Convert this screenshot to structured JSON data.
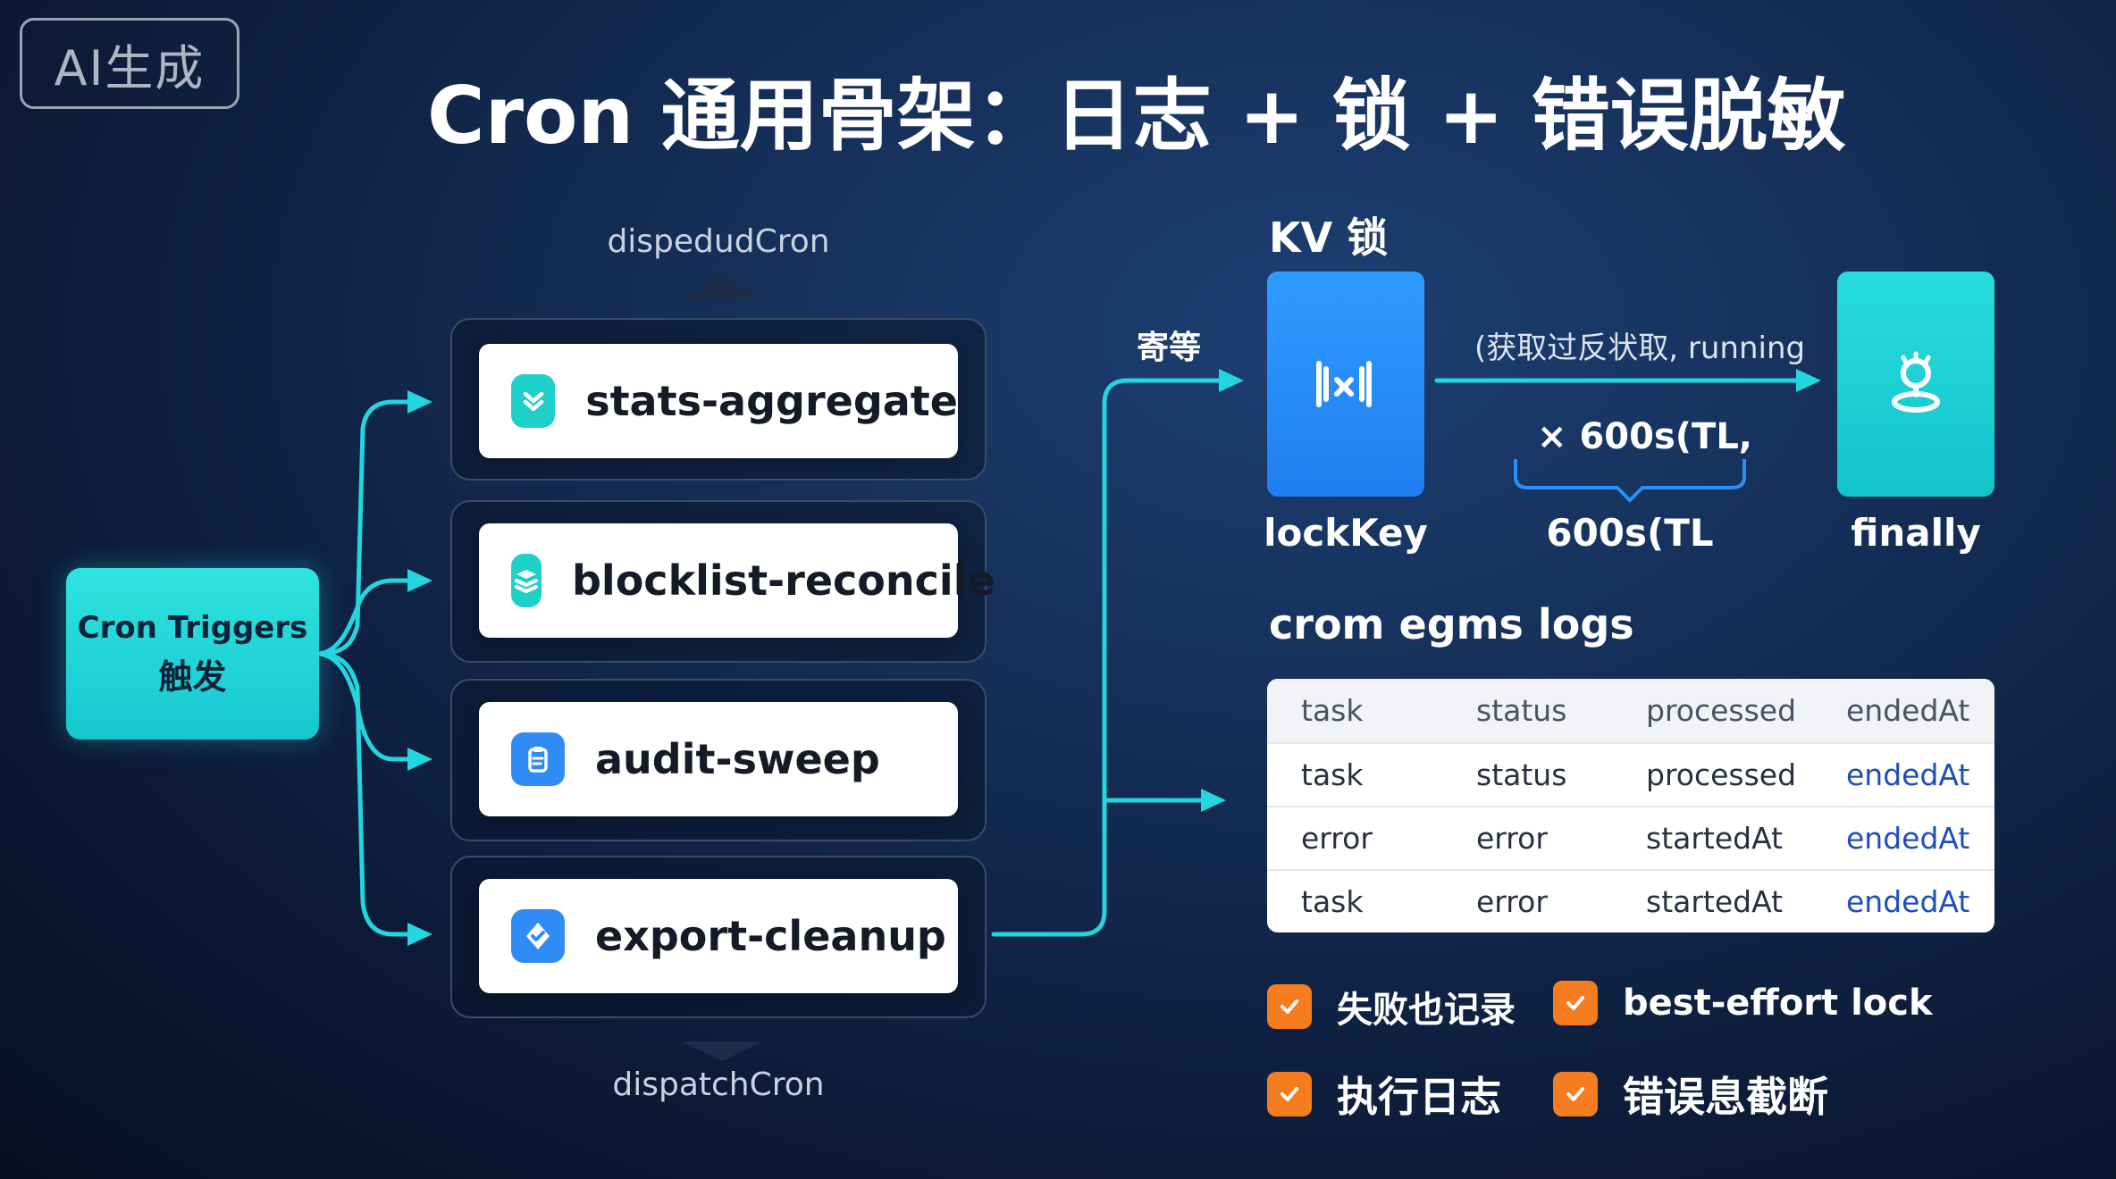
{
  "badge": {
    "label": "AI生成"
  },
  "title": "Cron 通用骨架：日志 + 锁 + 错误脱敏",
  "trigger": {
    "line1": "Cron Triggers",
    "line2": "触发"
  },
  "dispatcher": {
    "top_label": "dispedudCron",
    "bottom_label": "dispatchCron"
  },
  "tasks": [
    {
      "label": "stats-aggregate",
      "icon": "check-chevrons-icon",
      "color": "#1fd0c8"
    },
    {
      "label": "blocklist-reconcile",
      "icon": "layers-icon",
      "color": "#1fd0c8"
    },
    {
      "label": "audit-sweep",
      "icon": "clipboard-icon",
      "color": "#2f8cf5"
    },
    {
      "label": "export-cleanup",
      "icon": "badge-check-icon",
      "color": "#2f8cf5"
    }
  ],
  "kv_lock": {
    "title": "KV 锁",
    "wait_label": "寄等",
    "lock_key_label": "lockKey",
    "acquire_label": "(获取过反状取, running",
    "ttl_label": "× 600s(TL,",
    "ttl_brace_label": "600s(TL",
    "finally_label": "finally",
    "lock_icon": "lock-key-icon",
    "finally_icon": "release-icon"
  },
  "logs": {
    "title": "crom egms logs",
    "header": [
      "task",
      "status",
      "processed",
      "endedAt"
    ],
    "rows": [
      [
        "task",
        "status",
        "processed",
        "endedAt"
      ],
      [
        "error",
        "error",
        "startedAt",
        "endedAt"
      ],
      [
        "task",
        "error",
        "startedAt",
        "endedAt"
      ]
    ]
  },
  "features": [
    {
      "label": "失败也记录"
    },
    {
      "label": "best-effort lock"
    },
    {
      "label": "执行日志"
    },
    {
      "label": "错误息截断"
    }
  ],
  "colors": {
    "accent_cyan": "#22d6e0",
    "lock_blue": "#2a8ff8",
    "check_orange": "#f57c1f"
  }
}
